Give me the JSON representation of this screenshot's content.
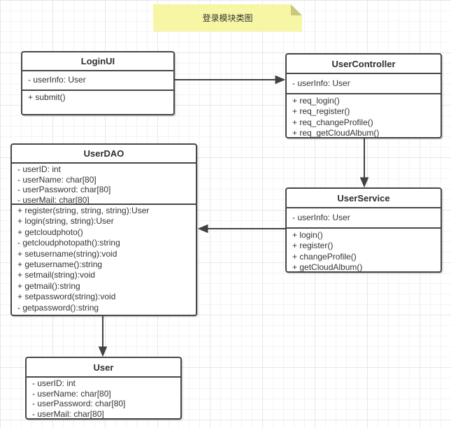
{
  "note": {
    "text": "登录模块类图"
  },
  "classes": [
    {
      "name": "LoginUI",
      "attributes": [
        "- userInfo: User"
      ],
      "methods": [
        "+ submit()"
      ]
    },
    {
      "name": "UserController",
      "attributes": [
        "- userInfo: User"
      ],
      "methods": [
        "+ req_login()",
        "+ req_register()",
        "+ req_changeProfile()",
        "+ req_getCloudAlbum()"
      ]
    },
    {
      "name": "UserDAO",
      "attributes": [
        "- userID: int",
        "- userName: char[80]",
        "- userPassword: char[80]",
        "- userMail: char[80]"
      ],
      "methods": [
        "+ register(string, string, string):User",
        "+ login(string, string):User",
        "+ getcloudphoto()",
        "- getcloudphotopath():string",
        "+ setusername(string):void",
        "+ getusername():string",
        "+ setmail(string):void",
        "+ getmail():string",
        "+ setpassword(string):void",
        "- getpassword():string"
      ]
    },
    {
      "name": "UserService",
      "attributes": [
        "- userInfo: User"
      ],
      "methods": [
        "+ login()",
        "+ register()",
        "+ changeProfile()",
        "+ getCloudAlbum()"
      ]
    },
    {
      "name": "User",
      "attributes": [
        "- userID: int",
        "- userName: char[80]",
        "- userPassword: char[80]",
        "- userMail: char[80]"
      ],
      "methods": []
    }
  ],
  "relations": [
    {
      "from": "LoginUI",
      "to": "UserController"
    },
    {
      "from": "UserController",
      "to": "UserService"
    },
    {
      "from": "UserService",
      "to": "UserDAO"
    },
    {
      "from": "UserDAO",
      "to": "User"
    }
  ],
  "colors": {
    "box_border": "#474747",
    "text": "#333333",
    "note_fill": "#f6f6a4",
    "note_fold": "#c9c97c",
    "arrow": "#424242"
  }
}
